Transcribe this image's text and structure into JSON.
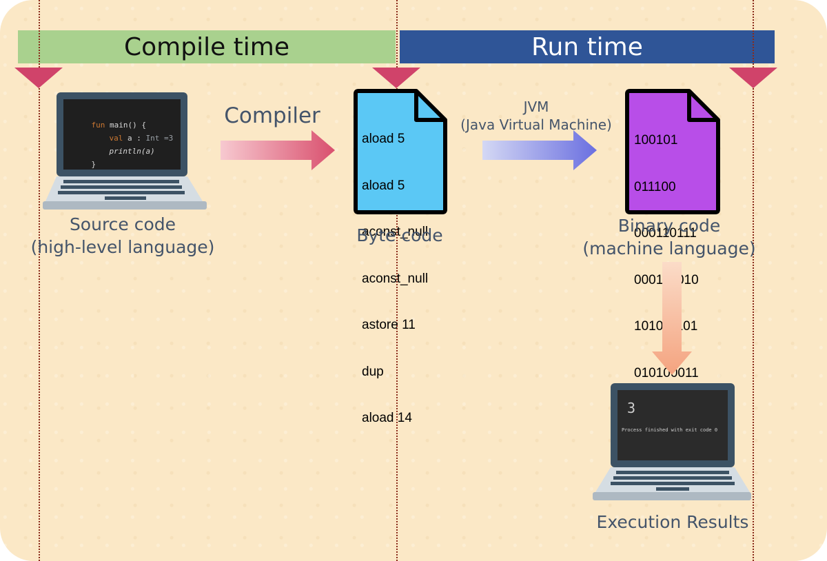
{
  "phases": {
    "compile_label": "Compile time",
    "run_label": "Run time"
  },
  "colors": {
    "compile_band": "#a9d18e",
    "run_band": "#2f5597",
    "marker": "#d0436a",
    "bytecode_doc": "#5bc8f5",
    "binary_doc": "#b84ee8",
    "background": "#fbe8c6"
  },
  "source": {
    "code_lines": [
      [
        "fun",
        " main() {"
      ],
      [
        "val",
        " a : ",
        "Int",
        " =3"
      ],
      [
        "println",
        "(a)"
      ],
      [
        "}"
      ]
    ],
    "label_line1": "Source code",
    "label_line2": "(high-level language)"
  },
  "compiler": {
    "label": "Compiler"
  },
  "bytecode": {
    "lines": [
      "aload 5",
      "aload 5",
      "aconst_null",
      "aconst_null",
      "astore 11",
      "dup",
      "aload 14"
    ],
    "label": "Byte code"
  },
  "jvm": {
    "label_line1": "JVM",
    "label_line2": "(Java Virtual Machine)"
  },
  "binary": {
    "lines": [
      "100101",
      "011100",
      "000110111",
      "000110010",
      "101011101",
      "010100011"
    ],
    "label_line1": "Binary code",
    "label_line2": "(machine language)"
  },
  "execution": {
    "output_value": "3",
    "output_message": "Process finished with exit code 0",
    "label": "Execution Results"
  }
}
